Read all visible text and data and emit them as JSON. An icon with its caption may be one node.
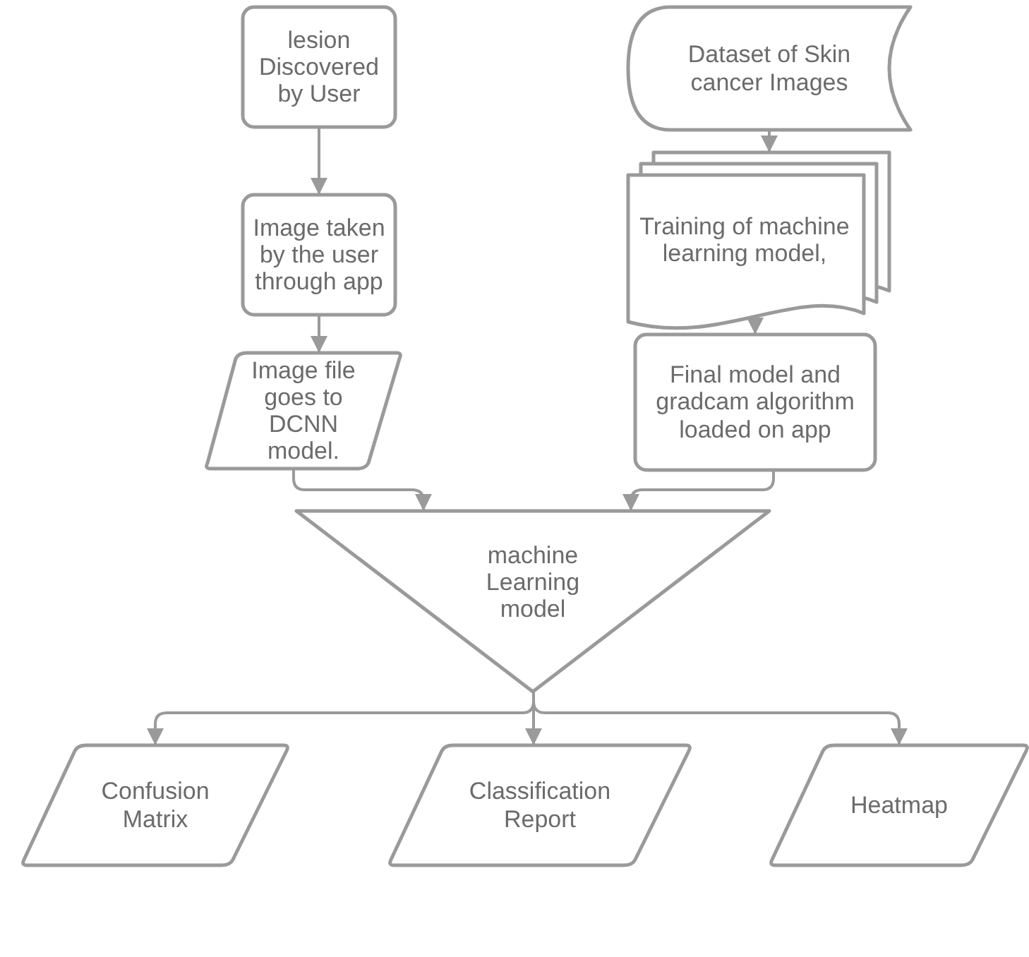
{
  "diagram": {
    "nodes": [
      {
        "text": [
          "lesion Discovered by User"
        ]
      },
      {
        "text": [
          "Image taken by the user through app"
        ]
      },
      {
        "text": [
          "Image file goes to DCNN model."
        ]
      },
      {
        "text": [
          "Dataset of Skin cancer Images"
        ]
      },
      {
        "text": [
          "Training of machine learning model,"
        ]
      },
      {
        "text": [
          "Final model and gradcam algorithm loaded on app"
        ]
      },
      {
        "text": [
          "machine Learning model"
        ]
      },
      {
        "text": [
          "Confusion Matrix"
        ]
      },
      {
        "text": [
          "Classification Report"
        ]
      },
      {
        "text": [
          "Heatmap"
        ]
      }
    ],
    "edges": [
      {
        "from": 0,
        "to": 1,
        "arrow": "to"
      },
      {
        "from": 1,
        "to": 2,
        "arrow": "to"
      },
      {
        "from": 3,
        "to": 4,
        "arrow": "to"
      },
      {
        "from": 4,
        "to": 5,
        "arrow": "to"
      },
      {
        "from": 2,
        "to": 6,
        "arrow": "to"
      },
      {
        "from": 5,
        "to": 6,
        "arrow": "to"
      },
      {
        "from": 6,
        "to": 7,
        "arrow": "to"
      },
      {
        "from": 6,
        "to": 8,
        "arrow": "to"
      },
      {
        "from": 6,
        "to": 9,
        "arrow": "to"
      }
    ]
  }
}
